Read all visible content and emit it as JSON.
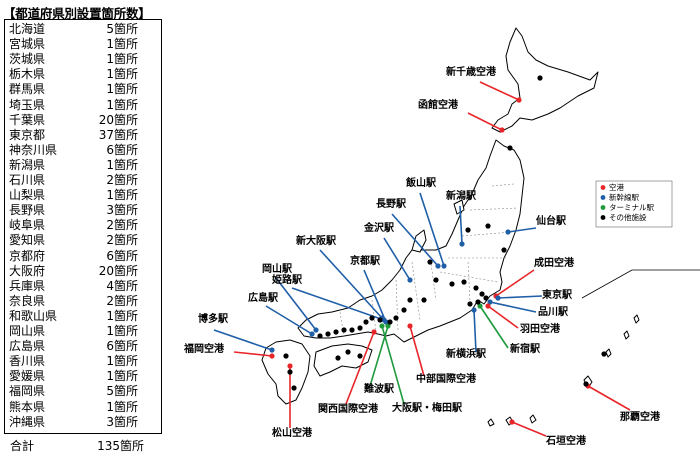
{
  "table": {
    "title": "【都道府県別設置箇所数】",
    "rows": [
      {
        "pref": "北海道",
        "count": "5箇所"
      },
      {
        "pref": "宮城県",
        "count": "1箇所"
      },
      {
        "pref": "茨城県",
        "count": "1箇所"
      },
      {
        "pref": "栃木県",
        "count": "1箇所"
      },
      {
        "pref": "群馬県",
        "count": "1箇所"
      },
      {
        "pref": "埼玉県",
        "count": "1箇所"
      },
      {
        "pref": "千葉県",
        "count": "20箇所"
      },
      {
        "pref": "東京都",
        "count": "37箇所"
      },
      {
        "pref": "神奈川県",
        "count": "6箇所"
      },
      {
        "pref": "新潟県",
        "count": "1箇所"
      },
      {
        "pref": "石川県",
        "count": "2箇所"
      },
      {
        "pref": "山梨県",
        "count": "1箇所"
      },
      {
        "pref": "長野県",
        "count": "3箇所"
      },
      {
        "pref": "岐阜県",
        "count": "2箇所"
      },
      {
        "pref": "愛知県",
        "count": "2箇所"
      },
      {
        "pref": "京都府",
        "count": "6箇所"
      },
      {
        "pref": "大阪府",
        "count": "20箇所"
      },
      {
        "pref": "兵庫県",
        "count": "4箇所"
      },
      {
        "pref": "奈良県",
        "count": "2箇所"
      },
      {
        "pref": "和歌山県",
        "count": "1箇所"
      },
      {
        "pref": "岡山県",
        "count": "1箇所"
      },
      {
        "pref": "広島県",
        "count": "6箇所"
      },
      {
        "pref": "香川県",
        "count": "1箇所"
      },
      {
        "pref": "愛媛県",
        "count": "1箇所"
      },
      {
        "pref": "福岡県",
        "count": "5箇所"
      },
      {
        "pref": "熊本県",
        "count": "1箇所"
      },
      {
        "pref": "沖縄県",
        "count": "3箇所"
      }
    ],
    "total": {
      "pref": "合計",
      "count": "135箇所"
    }
  },
  "legend": {
    "items": [
      {
        "label": "空港",
        "color": "#e8262a"
      },
      {
        "label": "新幹線駅",
        "color": "#1f5fa8"
      },
      {
        "label": "ターミナル駅",
        "color": "#1e9a3c"
      },
      {
        "label": "その他施設",
        "color": "#000000"
      }
    ]
  },
  "labels": [
    {
      "text": "新千歳空港",
      "category": "空港"
    },
    {
      "text": "函館空港",
      "category": "空港"
    },
    {
      "text": "飯山駅",
      "category": "新幹線駅"
    },
    {
      "text": "新潟駅",
      "category": "新幹線駅"
    },
    {
      "text": "長野駅",
      "category": "新幹線駅"
    },
    {
      "text": "仙台駅",
      "category": "新幹線駅"
    },
    {
      "text": "金沢駅",
      "category": "新幹線駅"
    },
    {
      "text": "新大阪駅",
      "category": "新幹線駅"
    },
    {
      "text": "京都駅",
      "category": "新幹線駅"
    },
    {
      "text": "岡山駅",
      "category": "新幹線駅"
    },
    {
      "text": "姫路駅",
      "category": "新幹線駅"
    },
    {
      "text": "広島駅",
      "category": "新幹線駅"
    },
    {
      "text": "博多駅",
      "category": "新幹線駅"
    },
    {
      "text": "福岡空港",
      "category": "空港"
    },
    {
      "text": "成田空港",
      "category": "空港"
    },
    {
      "text": "東京駅",
      "category": "新幹線駅"
    },
    {
      "text": "品川駅",
      "category": "新幹線駅"
    },
    {
      "text": "羽田空港",
      "category": "空港"
    },
    {
      "text": "新宿駅",
      "category": "ターミナル駅"
    },
    {
      "text": "新横浜駅",
      "category": "新幹線駅"
    },
    {
      "text": "中部国際空港",
      "category": "空港"
    },
    {
      "text": "難波駅",
      "category": "ターミナル駅"
    },
    {
      "text": "大阪駅・梅田駅",
      "category": "ターミナル駅"
    },
    {
      "text": "関西国際空港",
      "category": "空港"
    },
    {
      "text": "松山空港",
      "category": "空港"
    },
    {
      "text": "那覇空港",
      "category": "空港"
    },
    {
      "text": "石垣空港",
      "category": "空港"
    }
  ]
}
